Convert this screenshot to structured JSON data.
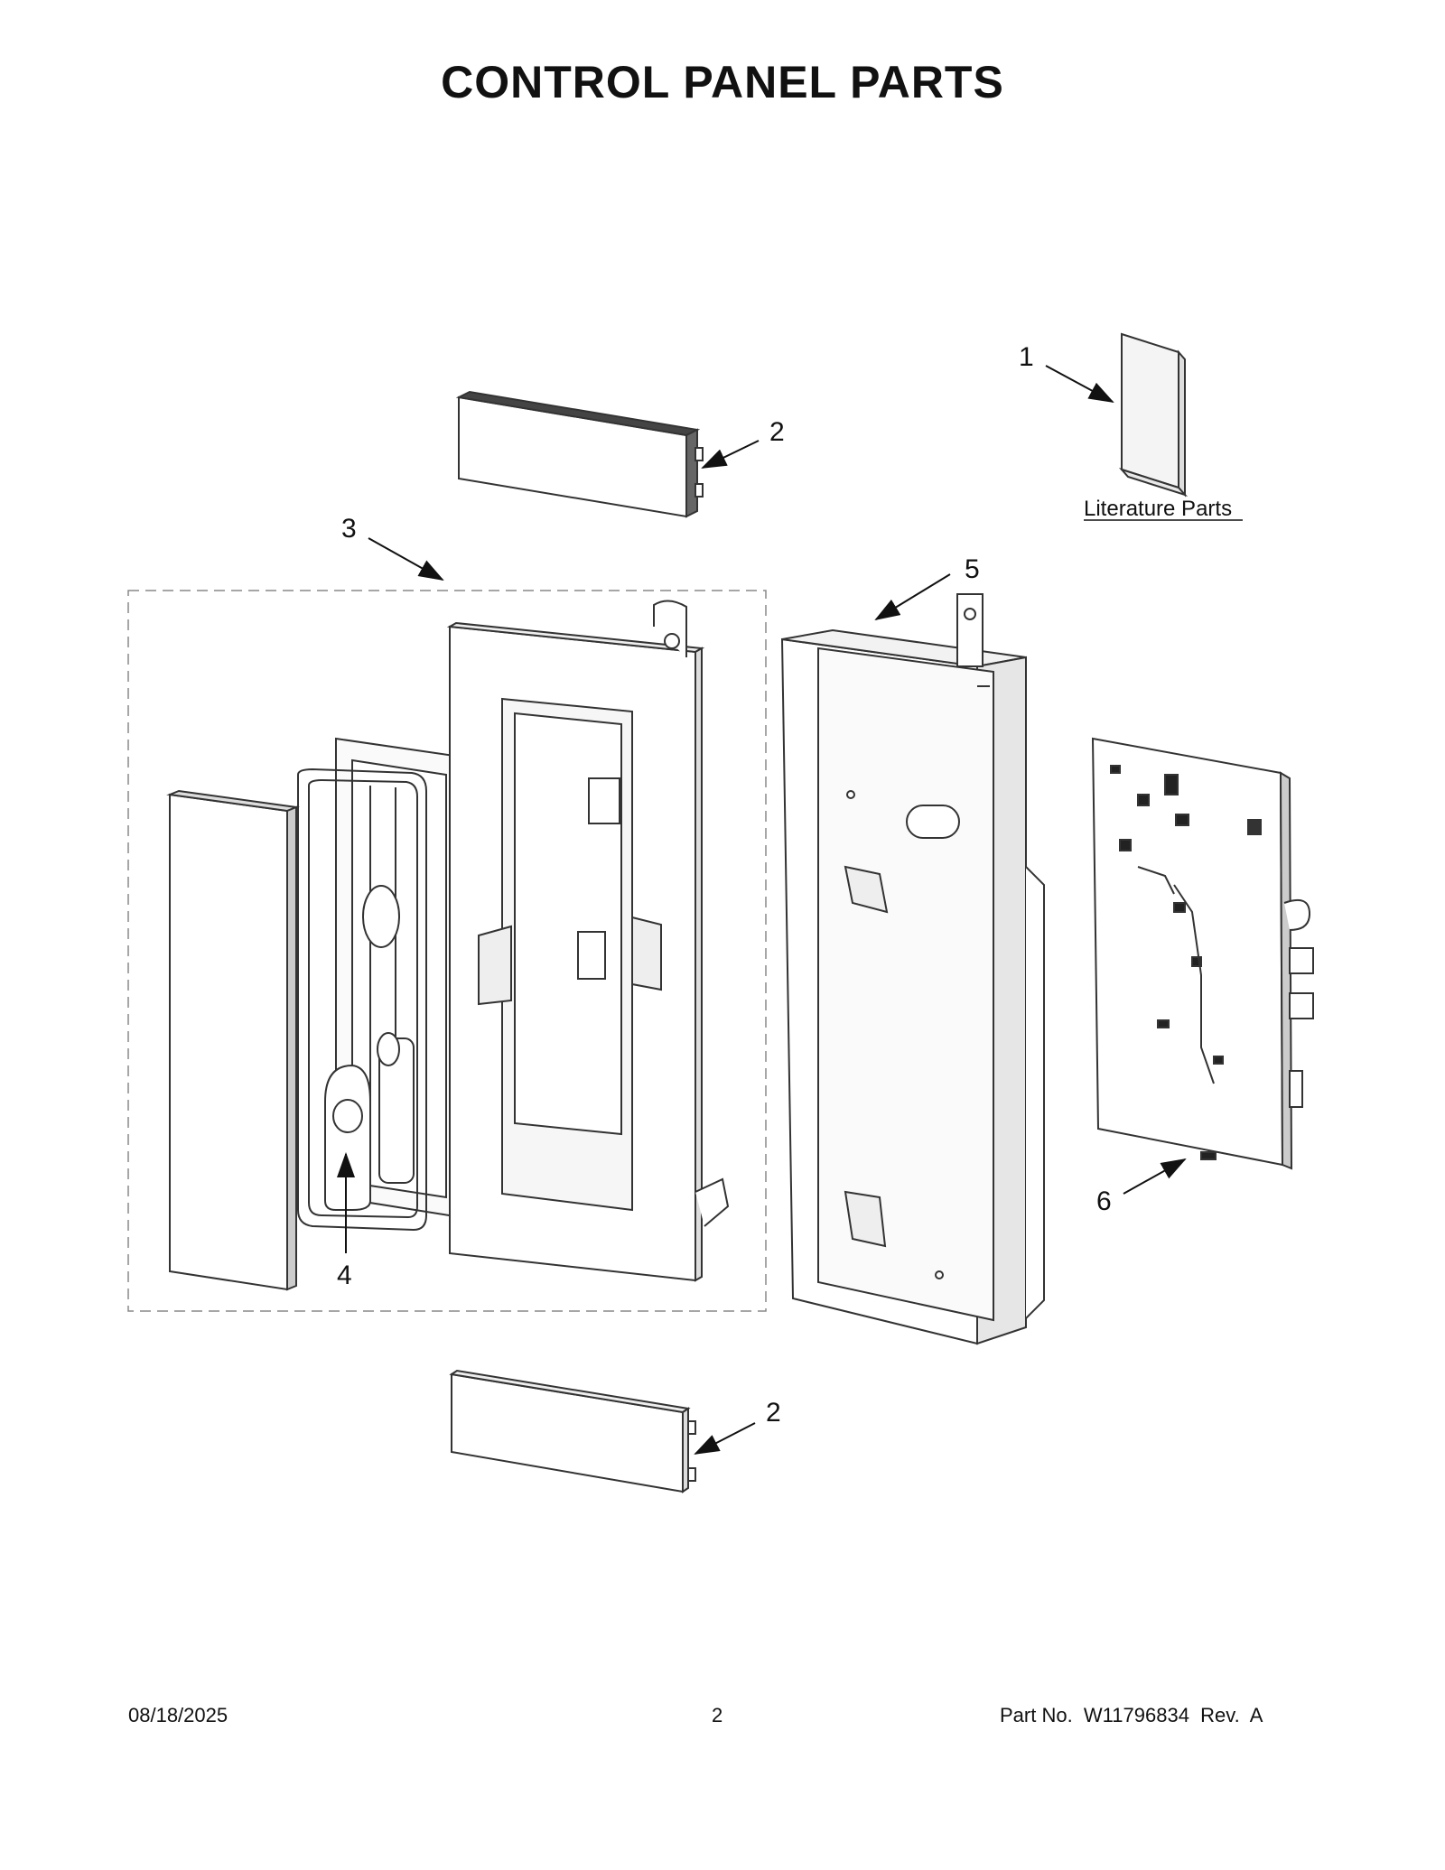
{
  "title": "CONTROL PANEL PARTS",
  "callouts": {
    "c1": "1",
    "c2_top": "2",
    "c2_bottom": "2",
    "c3": "3",
    "c4": "4",
    "c5": "5",
    "c6": "6"
  },
  "literature_label": "Literature Parts",
  "footer": {
    "date": "08/18/2025",
    "page": "2",
    "part": "Part No.  W11796834  Rev.  A"
  }
}
